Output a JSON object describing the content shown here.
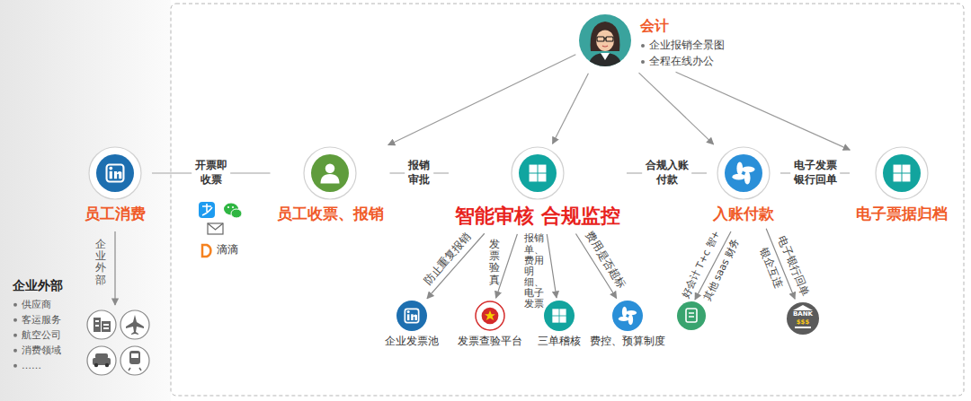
{
  "diagram": {
    "nodes": [
      {
        "text": [
          "会计",
          "企业报销全景图",
          "全程在线办公"
        ]
      },
      {
        "text": [
          "员工消费"
        ]
      },
      {
        "text": [
          "员工收票、报销"
        ]
      },
      {
        "text": [
          "智能审核 合规监控"
        ]
      },
      {
        "text": [
          "入账付款"
        ]
      },
      {
        "text": [
          "电子票据归档"
        ]
      },
      {
        "text": [
          "企业发票池"
        ]
      },
      {
        "text": [
          "发票查验平台"
        ]
      },
      {
        "text": [
          "三单稽核"
        ]
      },
      {
        "text": [
          "费控、预算制度"
        ]
      },
      {
        "text": [
          "BANK",
          "$$$"
        ]
      }
    ],
    "edges": [
      {
        "from": 0,
        "to": 2,
        "arrow": "to"
      },
      {
        "from": 0,
        "to": 3,
        "arrow": "to"
      },
      {
        "from": 0,
        "to": 4,
        "arrow": "to"
      },
      {
        "from": 0,
        "to": 5,
        "arrow": "to"
      },
      {
        "from": 1,
        "to": 2,
        "label": "开票即收票",
        "arrow": "none"
      },
      {
        "from": 2,
        "to": 3,
        "label": "报销审批",
        "arrow": "none"
      },
      {
        "from": 3,
        "to": 4,
        "label": "合规入账付款",
        "arrow": "none"
      },
      {
        "from": 4,
        "to": 5,
        "label": "电子发票银行回单",
        "arrow": "none"
      },
      {
        "from": 3,
        "to": 6,
        "label": "防止重复报销",
        "arrow": "to"
      },
      {
        "from": 3,
        "to": 7,
        "label": "发票验真",
        "arrow": "to"
      },
      {
        "from": 3,
        "to": 8,
        "label": "报销单、费用明细、电子发票",
        "arrow": "to"
      },
      {
        "from": 3,
        "to": 9,
        "label": "费用是否超标",
        "arrow": "to"
      },
      {
        "from": 4,
        "to": 10,
        "label": "银企互连",
        "arrow": "to"
      }
    ],
    "labels": [
      "企业外部",
      "滴滴",
      "企业外部",
      "供应商",
      "客运服务",
      "航空公司",
      "消费领域",
      "……",
      "好会计 T+c 智+",
      "其他 saas 财务",
      "电子银行回单"
    ]
  }
}
